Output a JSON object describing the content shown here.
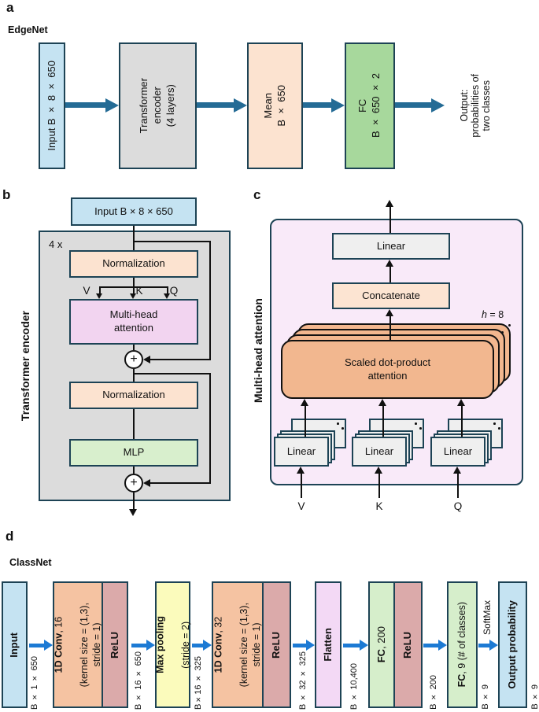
{
  "panel_a": {
    "label": "a",
    "title": "EdgeNet",
    "input": "Input B × 8 × 650",
    "encoder": "Transformer\nencoder\n(4 layers)",
    "mean": "Mean\nB × 650",
    "fc": "FC\nB × 650 × 2",
    "output": "Output:\nprobabilities of\ntwo classes"
  },
  "panel_b": {
    "label": "b",
    "side_label": "Transformer encoder",
    "input": "Input B × 8 × 650",
    "repeat": "4 x",
    "norm1": "Normalization",
    "v": "V",
    "k": "K",
    "q": "Q",
    "mha": "Multi-head\nattention",
    "plus": "+",
    "norm2": "Normalization",
    "mlp": "MLP"
  },
  "panel_c": {
    "label": "c",
    "side_label": "Multi-head attention",
    "linear_out": "Linear",
    "concatenate": "Concatenate",
    "heads_var": "h",
    "heads_eq": " = 8",
    "sdpa": "Scaled dot-product\nattention",
    "linear_v": "Linear",
    "linear_k": "Linear",
    "linear_q": "Linear",
    "v": "V",
    "k": "K",
    "q": "Q"
  },
  "panel_d": {
    "label": "d",
    "title": "ClassNet",
    "input": "Input",
    "conv1_bold": "1D Conv",
    "conv1_rest": ", 16",
    "conv1_params": "(kernel size = (1,3),\nstride = 1)",
    "relu1": "ReLU",
    "pool_bold": "Max pooling",
    "pool_rest": "(stride = 2)",
    "conv2_bold": "1D Conv",
    "conv2_rest": ", 32",
    "conv2_params": "(kernel size = (1,3),\nstride = 1)",
    "relu2": "ReLU",
    "flatten": "Flatten",
    "fc1_bold": "FC",
    "fc1_rest": ", 200",
    "relu3": "ReLU",
    "fc2_bold": "FC",
    "fc2_rest": ", 9 (# of classes)",
    "softmax": "SoftMax",
    "output": "Output probability",
    "dims": [
      "B × 1 × 650",
      "B × 16 × 650",
      "B×16 × 325",
      "B × 32 × 325",
      "B × 10,400",
      "B × 200",
      "B × 9",
      "B × 9"
    ]
  },
  "colors": {
    "border_navy": "#1d4355",
    "light_blue": "#c5e3f2",
    "gray_box": "#dcdcdc",
    "peach": "#fce3d0",
    "green_dark": "#a7d89c",
    "green_light": "#d8efcd",
    "purple": "#f2d4f0",
    "pink_container": "#f9eaf9",
    "orange_attention": "#f2b78f",
    "linear_gray": "#efefef",
    "concat_peach": "#fce4d2",
    "conv_orange": "#f5c3a2",
    "relu_mauve": "#dbaaaa",
    "pool_yellow": "#fbfbbc",
    "flatten_violet": "#f3d9f5",
    "fc_green": "#d6eecb",
    "arrow_teal": "#246b95",
    "arrow_blue": "#1c7ad4",
    "line_black": "#111111"
  }
}
